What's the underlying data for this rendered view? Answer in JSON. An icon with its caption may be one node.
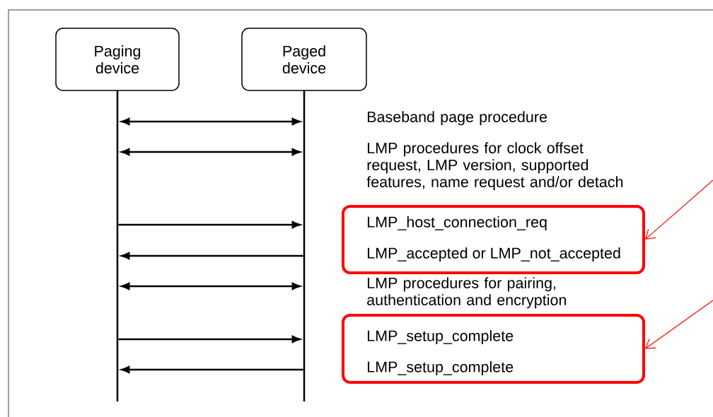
{
  "diagram": {
    "nodes": [
      {
        "text": [
          "Paging device"
        ]
      },
      {
        "text": [
          "Paged device"
        ]
      },
      {
        "text": [],
        "shape": "line"
      },
      {
        "text": [],
        "shape": "line"
      },
      {
        "text": [
          "LMP_host_connection_req",
          "LMP_accepted or LMP_not_accepted"
        ]
      },
      {
        "text": [
          "LMP_setup_complete",
          "LMP_setup_complete"
        ]
      }
    ],
    "edges": [
      {
        "from": 2,
        "to": 3,
        "arrow": "both"
      },
      {
        "from": 2,
        "to": 3,
        "arrow": "both"
      },
      {
        "from": 2,
        "to": 3,
        "arrow": "to"
      },
      {
        "from": 3,
        "to": 2,
        "arrow": "to"
      },
      {
        "from": 2,
        "to": 3,
        "arrow": "both"
      },
      {
        "from": 2,
        "to": 3,
        "arrow": "to"
      },
      {
        "from": 3,
        "to": 2,
        "arrow": "to"
      },
      {
        "from": null,
        "to": 4,
        "arrow": "to",
        "color": "#ff0000"
      },
      {
        "from": null,
        "to": 5,
        "arrow": "to",
        "color": "#ff0000"
      }
    ],
    "labels": [
      "Baseband page procedure",
      "LMP procedures for clock offset request, LMP version, supported features, name request and/or detach",
      "LMP procedures for pairing, authentication and encryption"
    ]
  }
}
